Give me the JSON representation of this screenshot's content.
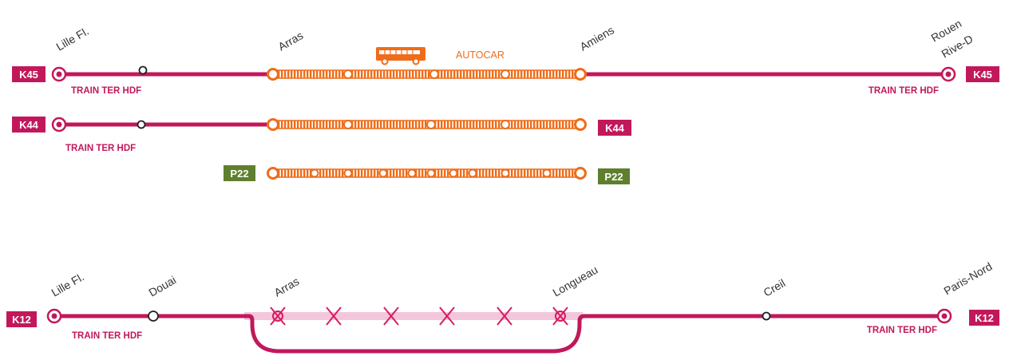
{
  "colors": {
    "train": "#c2185b",
    "coach": "#ef6c1a",
    "p22_badge": "#5f7f2e",
    "disruption": "#f4c6dc",
    "cross": "#d81b60",
    "station_text": "#333333"
  },
  "line_k45": {
    "code": "K45",
    "service_left": "TRAIN TER HDF",
    "service_right": "TRAIN TER HDF",
    "coach_label": "AUTOCAR",
    "coach_icon": "bus-icon",
    "stations": {
      "lille": "Lille Fl.",
      "arras": "Arras",
      "amiens": "Amiens",
      "rouen_1": "Rouen",
      "rouen_2": "Rive-D"
    }
  },
  "line_k44": {
    "code": "K44",
    "service_left": "TRAIN TER HDF"
  },
  "line_p22": {
    "code": "P22"
  },
  "line_k12": {
    "code": "K12",
    "service_left": "TRAIN TER HDF",
    "service_right": "TRAIN TER HDF",
    "stations": {
      "lille": "Lille Fl.",
      "douai": "Douai",
      "arras": "Arras",
      "longueau": "Longueau",
      "creil": "Creil",
      "paris": "Paris-Nord"
    }
  }
}
